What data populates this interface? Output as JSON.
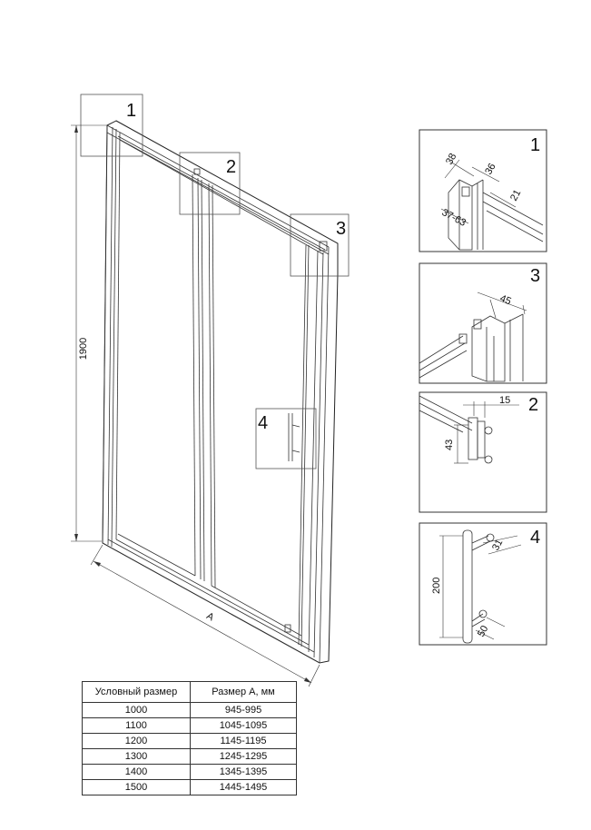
{
  "main_view": {
    "height_label": "1900",
    "width_label": "A",
    "callouts": [
      "1",
      "2",
      "3",
      "4"
    ]
  },
  "details": [
    {
      "number": "1",
      "dims": [
        "38",
        "36",
        "37-63",
        "21"
      ]
    },
    {
      "number": "3",
      "dims": [
        "45"
      ]
    },
    {
      "number": "2",
      "dims": [
        "15",
        "43"
      ]
    },
    {
      "number": "4",
      "dims": [
        "31",
        "200",
        "50"
      ]
    }
  ],
  "size_table": {
    "headers": [
      "Условный размер",
      "Размер А, мм"
    ],
    "rows": [
      [
        "1000",
        "945-995"
      ],
      [
        "1100",
        "1045-1095"
      ],
      [
        "1200",
        "1145-1195"
      ],
      [
        "1300",
        "1245-1295"
      ],
      [
        "1400",
        "1345-1395"
      ],
      [
        "1500",
        "1445-1495"
      ]
    ]
  }
}
